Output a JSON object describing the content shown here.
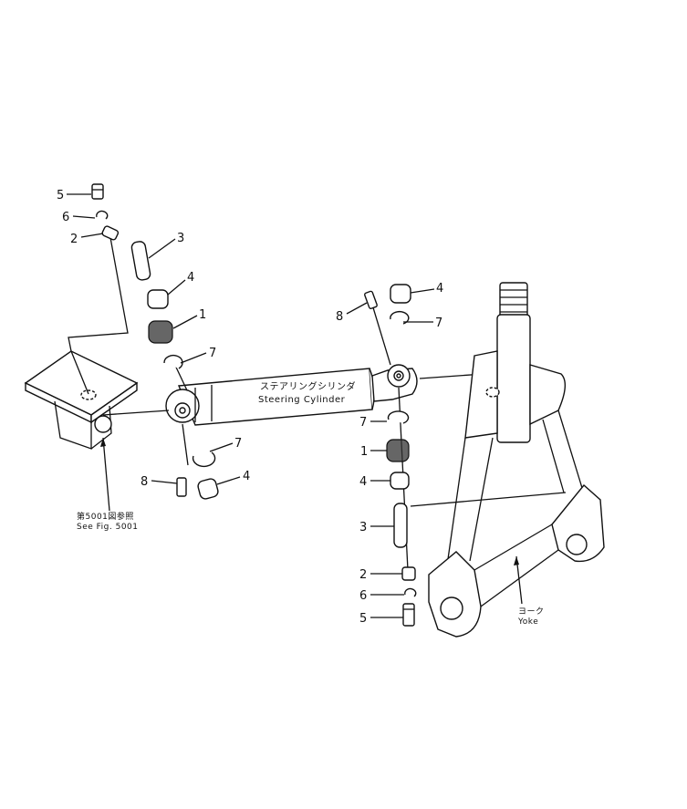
{
  "cylinder_label_jp": "ステアリングシリンダ",
  "cylinder_label_en": "Steering Cylinder",
  "fig_ref_jp": "第5001図参照",
  "fig_ref_en": "See Fig. 5001",
  "yoke_label_jp": "ヨーク",
  "yoke_label_en": "Yoke",
  "callouts_left": [
    "5",
    "6",
    "2",
    "3",
    "4",
    "1",
    "7",
    "7",
    "8",
    "4"
  ],
  "callouts_right": [
    "4",
    "8",
    "7",
    "7",
    "1",
    "4",
    "3",
    "2",
    "6",
    "5"
  ]
}
